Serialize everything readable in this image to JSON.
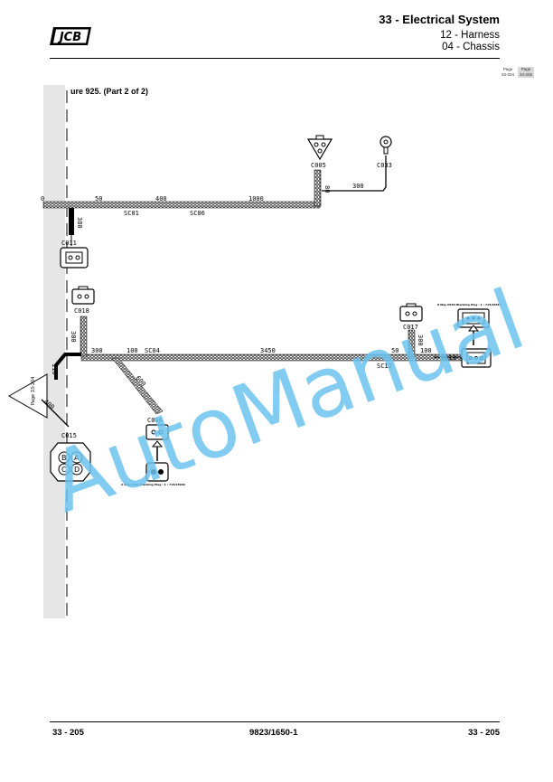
{
  "header": {
    "logo_text": "JCB",
    "title": "33 - Electrical System",
    "subtitle1": "12 - Harness",
    "subtitle2": "04 - Chassis"
  },
  "page_nav": {
    "prev_label": "Page",
    "prev_page": "33-204",
    "current_label": "Page",
    "current_page": "33-205"
  },
  "figure": {
    "title": "ure 925. (Part 2 of 2)",
    "side_link": "Page 33-204",
    "connectors": [
      "C005",
      "C033",
      "C011",
      "C018",
      "C017",
      "C013",
      "C006",
      "C015"
    ],
    "splices": [
      "SC01",
      "SC06",
      "SC04",
      "SC12"
    ],
    "lengths_top": [
      "0",
      "50",
      "400",
      "1000",
      "80",
      "300",
      "380"
    ],
    "lengths_bottom": [
      "300",
      "100",
      "3450",
      "50",
      "100",
      "300",
      "300",
      "600",
      "400",
      "110"
    ],
    "pins": [
      "B",
      "A",
      "C",
      "D"
    ],
    "blanking_small": "2 Way DT04 Blanking Plug : 1 : 715/23009",
    "blanking_large": "8 Way DT04 Blanking Plug : 1 : 715/20314"
  },
  "footer": {
    "left": "33 - 205",
    "center": "9823/1650-1",
    "right": "33 - 205"
  },
  "watermark": "AutoManual",
  "colors": {
    "watermark": "#6cc3ee",
    "side_strip": "#e6e6e6"
  }
}
